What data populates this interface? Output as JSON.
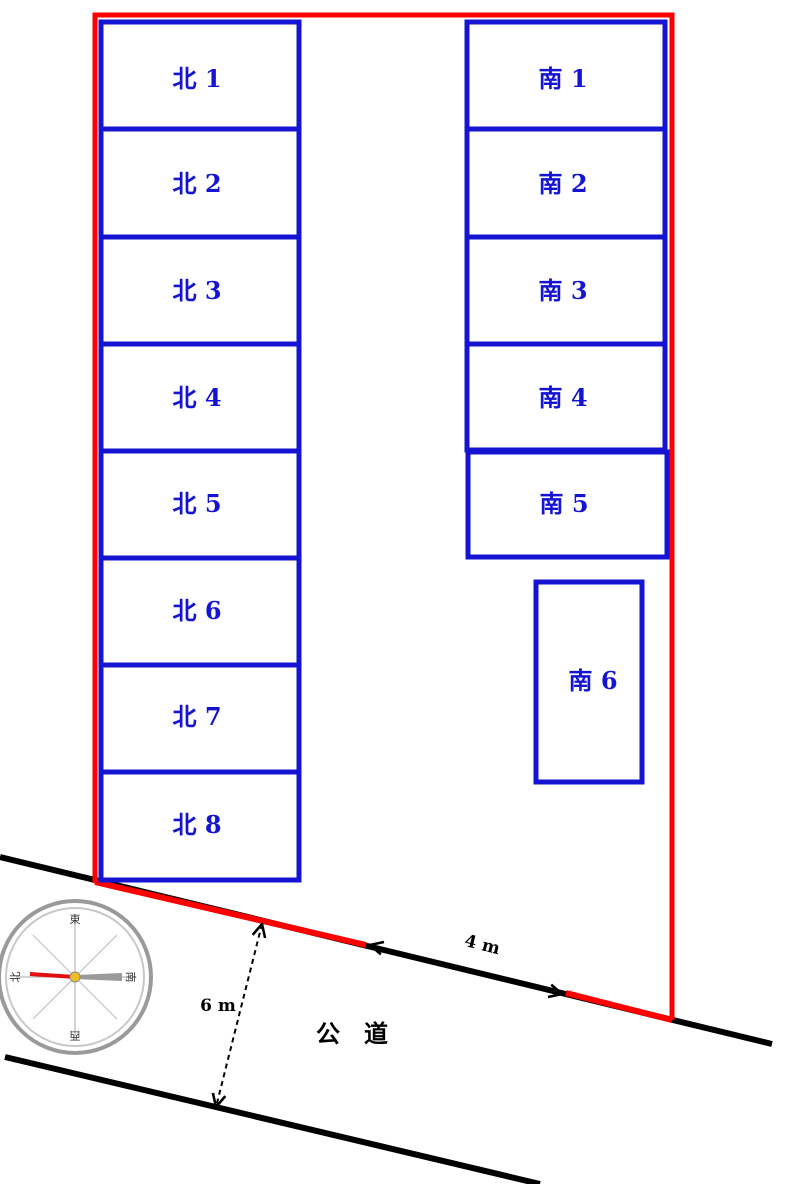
{
  "slots_north": [
    "北 1",
    "北 2",
    "北 3",
    "北 4",
    "北 5",
    "北 6",
    "北 7",
    "北 8"
  ],
  "slots_south": [
    "南 1",
    "南 2",
    "南 3",
    "南 4",
    "南 5",
    "南 6"
  ],
  "dimensions": {
    "gap": "4 m",
    "road_width": "6 m"
  },
  "road_label": "公　道",
  "compass": {
    "top": "東",
    "right": "南",
    "bottom": "西",
    "left": "北"
  },
  "colors": {
    "boundary": "#ff0000",
    "slot_outline": "#1414d2",
    "road": "#000000",
    "needle": "#e01010"
  }
}
